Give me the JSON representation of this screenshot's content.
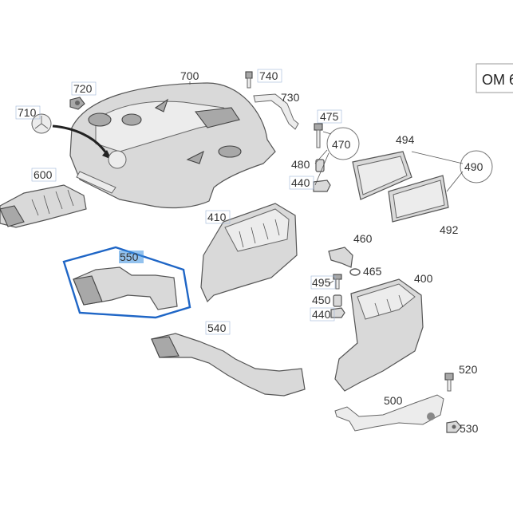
{
  "engine_code": "OM 6",
  "callouts": {
    "c700": "700",
    "c740": "740",
    "c720": "720",
    "c730": "730",
    "c710": "710",
    "c475": "475",
    "c470": "470",
    "c494": "494",
    "c600": "600",
    "c480": "480",
    "c440a": "440",
    "c490": "490",
    "c410": "410",
    "c492": "492",
    "c550": "550",
    "c460": "460",
    "c465": "465",
    "c495": "495",
    "c400": "400",
    "c450": "450",
    "c440b": "440",
    "c540": "540",
    "c520": "520",
    "c500": "500",
    "c530": "530"
  },
  "colors": {
    "selection": "#1f66c6",
    "highlight": "#3b8fe0"
  }
}
